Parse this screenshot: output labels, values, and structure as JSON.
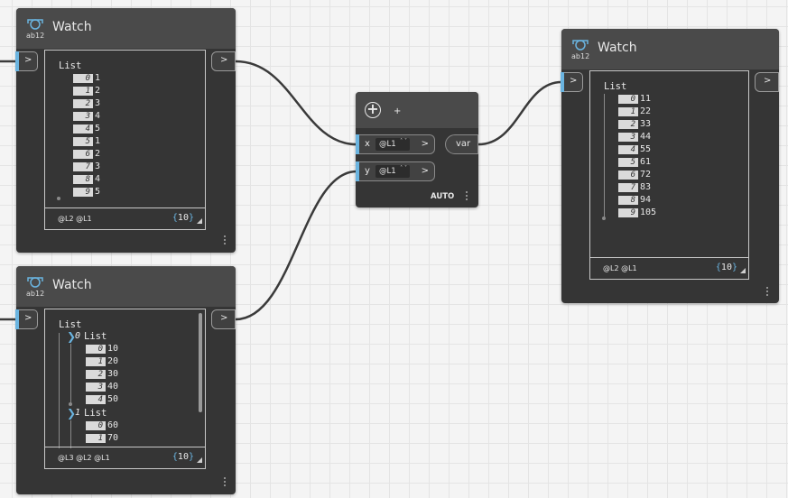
{
  "canvas": {
    "background": "#f4f4f4",
    "grid_color": "#e4e4e4"
  },
  "colors": {
    "node_body": "#353535",
    "node_header": "#4a4a4a",
    "accent": "#6ab4e0",
    "wire": "#3a3a3a"
  },
  "watch1": {
    "title": "Watch",
    "icon": "watch-node-icon",
    "list_label": "List",
    "items": [
      {
        "i": "0",
        "v": "1"
      },
      {
        "i": "1",
        "v": "2"
      },
      {
        "i": "2",
        "v": "3"
      },
      {
        "i": "3",
        "v": "4"
      },
      {
        "i": "4",
        "v": "5"
      },
      {
        "i": "5",
        "v": "1"
      },
      {
        "i": "6",
        "v": "2"
      },
      {
        "i": "7",
        "v": "3"
      },
      {
        "i": "8",
        "v": "4"
      },
      {
        "i": "9",
        "v": "5"
      }
    ],
    "levels": "@L2 @L1",
    "count_open": "{",
    "count": "10",
    "count_close": "}",
    "in_chevron": ">",
    "out_chevron": ">"
  },
  "watch2": {
    "title": "Watch",
    "icon": "watch-node-icon",
    "list_label": "List",
    "sub0": {
      "arrow": "❯",
      "index": "0",
      "label": "List",
      "items": [
        {
          "i": "0",
          "v": "10"
        },
        {
          "i": "1",
          "v": "20"
        },
        {
          "i": "2",
          "v": "30"
        },
        {
          "i": "3",
          "v": "40"
        },
        {
          "i": "4",
          "v": "50"
        }
      ]
    },
    "sub1": {
      "arrow": "❯",
      "index": "1",
      "label": "List",
      "items": [
        {
          "i": "0",
          "v": "60"
        },
        {
          "i": "1",
          "v": "70"
        }
      ]
    },
    "levels": "@L3 @L2 @L1",
    "count_open": "{",
    "count": "10",
    "count_close": "}",
    "in_chevron": ">",
    "out_chevron": ">"
  },
  "code_block": {
    "add_button": "+",
    "add_label": "+",
    "inputs": [
      {
        "name": "x",
        "lacing": "@L1",
        "chevron": ">"
      },
      {
        "name": "y",
        "lacing": "@L1",
        "chevron": ">"
      }
    ],
    "lacing_arrows": "˄ ˅",
    "output": "var",
    "lacing_mode": "AUTO"
  },
  "watch3": {
    "title": "Watch",
    "icon": "watch-node-icon",
    "list_label": "List",
    "items": [
      {
        "i": "0",
        "v": "11"
      },
      {
        "i": "1",
        "v": "22"
      },
      {
        "i": "2",
        "v": "33"
      },
      {
        "i": "3",
        "v": "44"
      },
      {
        "i": "4",
        "v": "55"
      },
      {
        "i": "5",
        "v": "61"
      },
      {
        "i": "6",
        "v": "72"
      },
      {
        "i": "7",
        "v": "83"
      },
      {
        "i": "8",
        "v": "94"
      },
      {
        "i": "9",
        "v": "105"
      }
    ],
    "levels": "@L2 @L1",
    "count_open": "{",
    "count": "10",
    "count_close": "}",
    "in_chevron": ">",
    "out_chevron": ">"
  }
}
